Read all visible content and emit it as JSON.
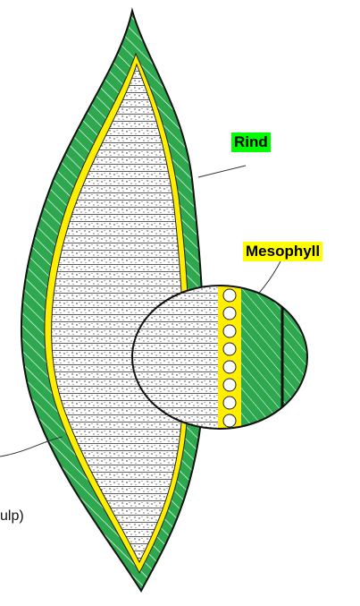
{
  "labels": {
    "rind": {
      "text": "Rind",
      "highlight": "#00ff00"
    },
    "mesophyll": {
      "text": "Mesophyll",
      "highlight": "#ffff00"
    },
    "pulp": {
      "text": "ulp)"
    }
  },
  "colors": {
    "rind_green": "#2ea84f",
    "mesophyll_yellow": "#ffee00",
    "pulp_fill": "#ffffff",
    "outline": "#111111"
  }
}
